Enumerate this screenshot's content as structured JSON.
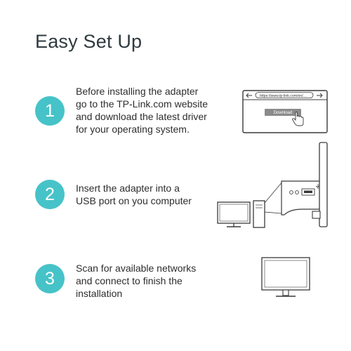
{
  "page": {
    "title": "Easy Set Up"
  },
  "steps": [
    {
      "number": "1",
      "lines": [
        "Before installing the adapter",
        "go to the TP-Link.com website",
        "and download the latest driver",
        "for your operating system."
      ]
    },
    {
      "number": "2",
      "lines": [
        "Insert the adapter into a",
        "USB port on you computer"
      ]
    },
    {
      "number": "3",
      "lines": [
        "Scan for available networks",
        "and connect to finish the",
        "installation"
      ]
    }
  ],
  "browser": {
    "url": "https://www.tp-link.com/en/...",
    "back_icon": "arrow-left-icon",
    "forward_icon": "arrow-right-icon",
    "download_label": "Download",
    "cursor_icon": "hand-pointer-icon"
  },
  "colors": {
    "accent": "#46c3c8",
    "text": "#2d2d2d",
    "line": "#3a3a3a"
  }
}
